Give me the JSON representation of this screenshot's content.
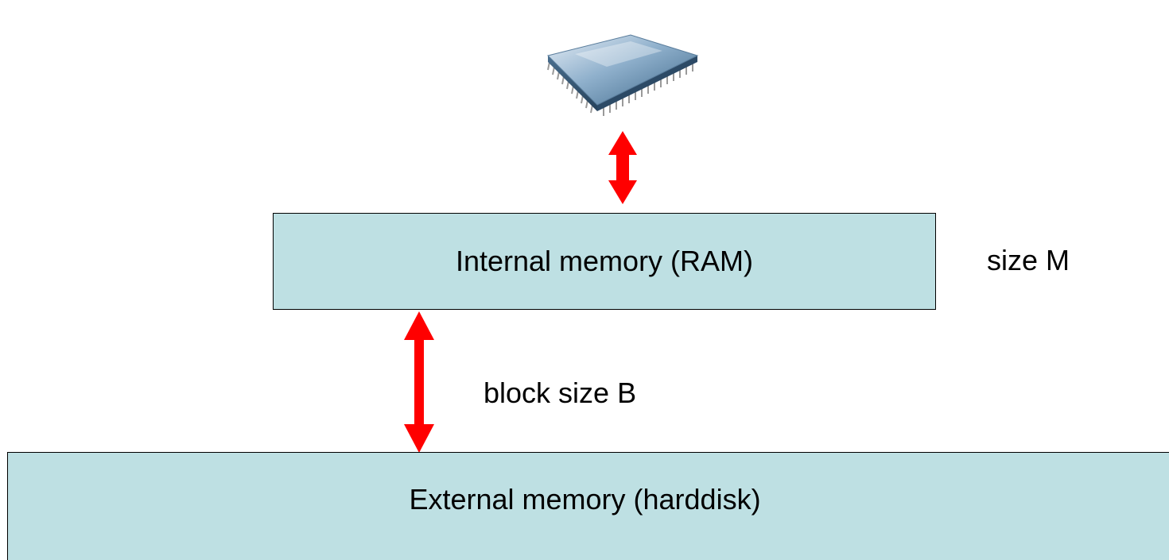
{
  "diagram": {
    "ram": {
      "label": "Internal memory (RAM)",
      "size_label": "size M"
    },
    "disk": {
      "label": "External memory (harddisk)"
    },
    "transfer": {
      "label": "block size B"
    },
    "icons": {
      "cpu": "cpu-chip-icon",
      "arrows": "double-headed-arrow-icon"
    },
    "colors": {
      "box_fill": "#bee0e3",
      "arrow": "#ff0000",
      "border": "#000000"
    }
  }
}
